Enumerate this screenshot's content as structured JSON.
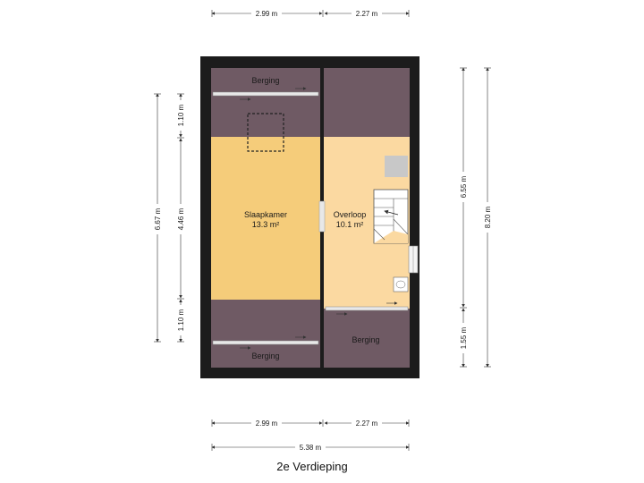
{
  "floor_title": "2e Verdieping",
  "rooms": {
    "berging_top_left": {
      "name": "Berging"
    },
    "slaapkamer": {
      "name": "Slaapkamer",
      "area": "13.3 m²"
    },
    "overloop": {
      "name": "Overloop",
      "area": "10.1 m²"
    },
    "berging_bottom_right": {
      "name": "Berging"
    },
    "berging_bottom_left": {
      "name": "Berging"
    }
  },
  "dimensions": {
    "top_left": "2.99 m",
    "top_right": "2.27 m",
    "bottom_left": "2.99 m",
    "bottom_right": "2.27 m",
    "total_width": "5.38 m",
    "left_outer": "6.67 m",
    "left_inner_top": "1.10 m",
    "left_inner_middle": "4.46 m",
    "left_inner_bottom": "1.10 m",
    "right_upper": "6.55 m",
    "right_lower": "1.55 m",
    "right_outer": "8.20 m"
  },
  "colors": {
    "wall": "#1c1c1c",
    "storage": "#6f5a64",
    "slaapkamer": "#f5cc7a",
    "overloop": "#fbd9a1",
    "dim_line": "#333333"
  }
}
